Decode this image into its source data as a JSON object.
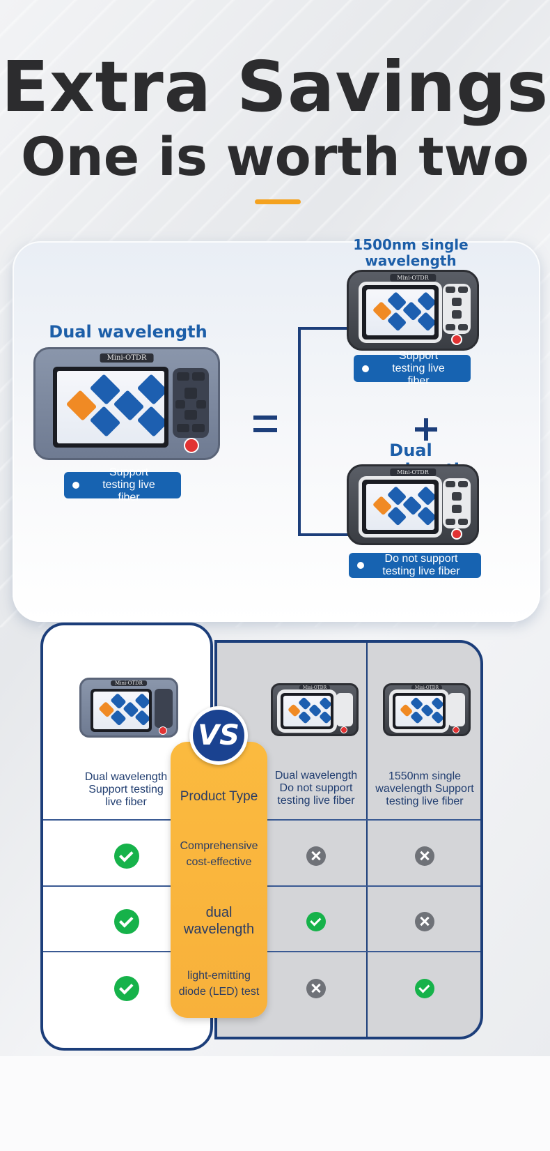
{
  "headline": {
    "line1": "Extra Savings",
    "line2": "One is worth two"
  },
  "panel": {
    "left": {
      "title": "Dual wavelength",
      "badge": "Support testing live fiber"
    },
    "right_top": {
      "title": "1500nm single wavelength",
      "badge": "Support testing live fiber"
    },
    "right_bottom": {
      "title": "Dual wavelength",
      "badge": "Do not support testing live fiber"
    }
  },
  "device_label": "Mini-OTDR",
  "comparison": {
    "vs": "VS",
    "type_header": "Product Type",
    "products": [
      "Dual wavelength Support testing live fiber",
      "Dual wavelength Do not support testing live fiber",
      "1550nm single wavelength Support testing live fiber"
    ],
    "features": [
      {
        "label": "Comprehensive cost-effective",
        "values": [
          true,
          false,
          false
        ]
      },
      {
        "label": "dual wavelength",
        "values": [
          true,
          true,
          false
        ]
      },
      {
        "label": "light-emitting diode (LED) test",
        "values": [
          true,
          false,
          true
        ]
      }
    ]
  },
  "colors": {
    "accent_orange": "#f4a21f",
    "brand_blue": "#1c5ea8",
    "navy": "#1c3e7a",
    "check_green": "#16b24a",
    "cross_gray": "#6f7278"
  }
}
